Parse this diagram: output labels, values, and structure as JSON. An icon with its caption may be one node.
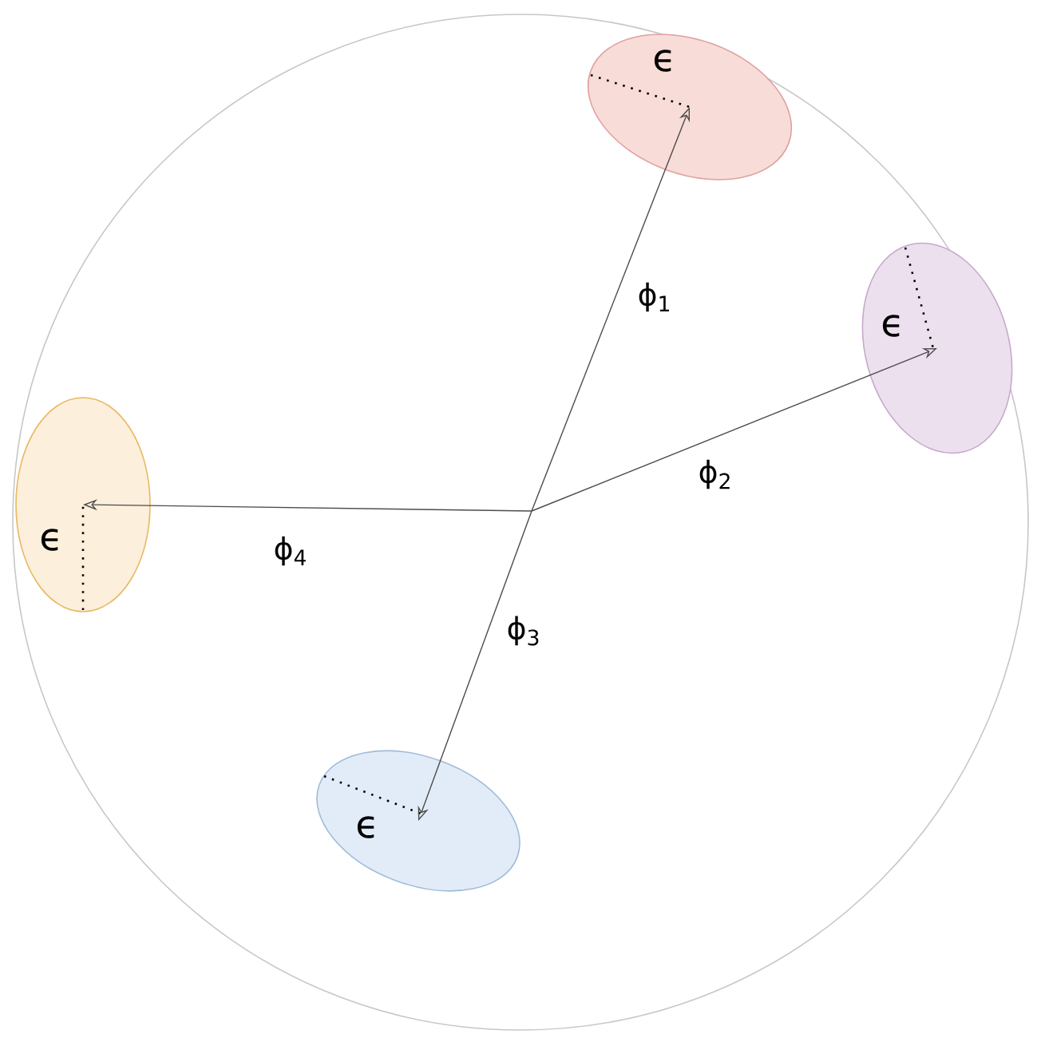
{
  "diagram": {
    "nodes": [
      {
        "text": [],
        "shape": "circle"
      },
      {
        "text": [
          "ϵ"
        ],
        "in": 0
      },
      {
        "text": [
          "ϵ"
        ],
        "in": 0
      },
      {
        "text": [
          "ϵ"
        ],
        "in": 0
      },
      {
        "text": [
          "ϵ"
        ],
        "in": 0
      }
    ],
    "edges": [
      {
        "from": null,
        "to": 1,
        "arrow": "to",
        "label": "ϕ$_{1}$"
      },
      {
        "from": null,
        "to": 2,
        "arrow": "to",
        "label": "ϕ$_{2}$"
      },
      {
        "from": null,
        "to": 4,
        "arrow": "to",
        "label": "ϕ$_{3}$"
      },
      {
        "from": null,
        "to": 3,
        "arrow": "to",
        "label": "ϕ$_{4}$"
      }
    ]
  }
}
